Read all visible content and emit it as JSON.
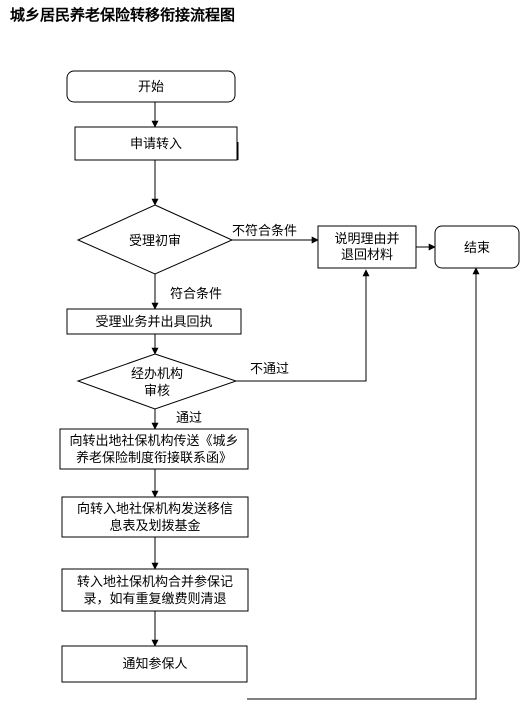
{
  "title": "城乡居民养老保险转移衔接流程图",
  "nodes": {
    "start": "开始",
    "apply": "申请转入",
    "initial_review": "受理初审",
    "explain_return": [
      "说明理由并",
      "退回材料"
    ],
    "end": "结束",
    "accept_receipt": "受理业务并出具回执",
    "agency_review": [
      "经办机构",
      "审核"
    ],
    "send_letter": [
      "向转出地社保机构传送《城乡",
      "养老保险制度衔接联系函》"
    ],
    "transfer_in_send": [
      "向转入地社保机构发送移信",
      "息表及划拨基金"
    ],
    "merge_records": [
      "转入地社保机构合并参保记",
      "录，如有重复缴费则清退"
    ],
    "notify": "通知参保人"
  },
  "edge_labels": {
    "not_qualified": "不符合条件",
    "qualified": "符合条件",
    "not_passed": "不通过",
    "passed": "通过"
  },
  "colors": {
    "line": "#000000",
    "fill": "#ffffff"
  }
}
